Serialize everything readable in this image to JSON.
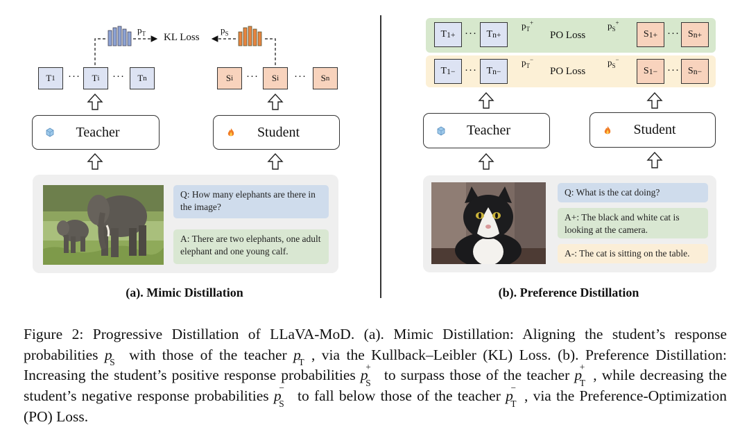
{
  "left": {
    "kl_loss": "KL Loss",
    "p_t_label": "p",
    "p_t_sub": "T",
    "p_s_label": "p",
    "p_s_sub": "S",
    "teacher_tokens": [
      {
        "base": "T",
        "sub": "1"
      },
      {
        "base": "T",
        "sub": "i"
      },
      {
        "base": "T",
        "sub": "n"
      }
    ],
    "student_tokens": [
      {
        "base": "S",
        "sub": "i"
      },
      {
        "base": "S",
        "sub": "i"
      },
      {
        "base": "S",
        "sub": "n"
      }
    ],
    "dots": "···",
    "teacher_label": "Teacher",
    "student_label": "Student",
    "question": "Q: How many elephants are there in the image?",
    "answer": "A: There are two elephants, one adult elephant and one young calf.",
    "subtitle": "(a). Mimic Distillation"
  },
  "right": {
    "po_loss_pos": "PO Loss",
    "po_loss_neg": "PO Loss",
    "teacher_label": "Teacher",
    "student_label": "Student",
    "question": "Q: What is the cat doing?",
    "answer_pos": "A+: The black and white cat is looking at the camera.",
    "answer_neg": "A-: The cat is sitting on the table.",
    "subtitle": "(b). Preference Distillation",
    "pos_teacher_tokens": [
      {
        "base": "T",
        "sub": "1",
        "sup": "+"
      },
      {
        "base": "T",
        "sub": "n",
        "sup": "+"
      }
    ],
    "pos_student_tokens": [
      {
        "base": "S",
        "sub": "1",
        "sup": "+"
      },
      {
        "base": "S",
        "sub": "n",
        "sup": "+"
      }
    ],
    "neg_teacher_tokens": [
      {
        "base": "T",
        "sub": "1",
        "sup": "−"
      },
      {
        "base": "T",
        "sub": "n",
        "sup": "−"
      }
    ],
    "neg_student_tokens": [
      {
        "base": "S",
        "sub": "1",
        "sup": "−"
      },
      {
        "base": "S",
        "sub": "n",
        "sup": "−"
      }
    ],
    "dots": "···",
    "p_label": "p",
    "sub_t": "T",
    "sub_s": "S",
    "sup_pos": "+",
    "sup_neg": "−"
  },
  "caption": {
    "part1": "Figure 2: Progressive Distillation of LLaVA-MoD. (a). Mimic Distillation: Aligning the student’s response probabilities",
    "part2": "with those of the teacher",
    "part3": ", via the Kullback–Leibler (KL) Loss. (b). Preference Distillation: Increasing the student’s positive response probabilities",
    "part4": "to surpass those of the teacher",
    "part5": ", while decreasing the student’s negative response probabilities",
    "part6": "to fall below those of the teacher",
    "part7": ", via the Preference-Optimization (PO) Loss.",
    "p": "p",
    "sub_s": "S",
    "sub_t": "T",
    "plus": "+",
    "minus": "−"
  },
  "colors": {
    "teacher_token": "#dde3f3",
    "student_token": "#f8d3bd",
    "teacher_hist": "#8da3d4",
    "student_hist": "#e8843f",
    "positive_band": "#d7e8cd",
    "negative_band": "#fcf0d6"
  },
  "icons": {
    "teacher_icon": "ice-cube-icon",
    "student_icon": "fire-icon",
    "up_arrow": "outline-up-arrow-icon",
    "pos_arrow": "up-arrow-icon",
    "neg_arrow": "down-arrow-icon"
  }
}
